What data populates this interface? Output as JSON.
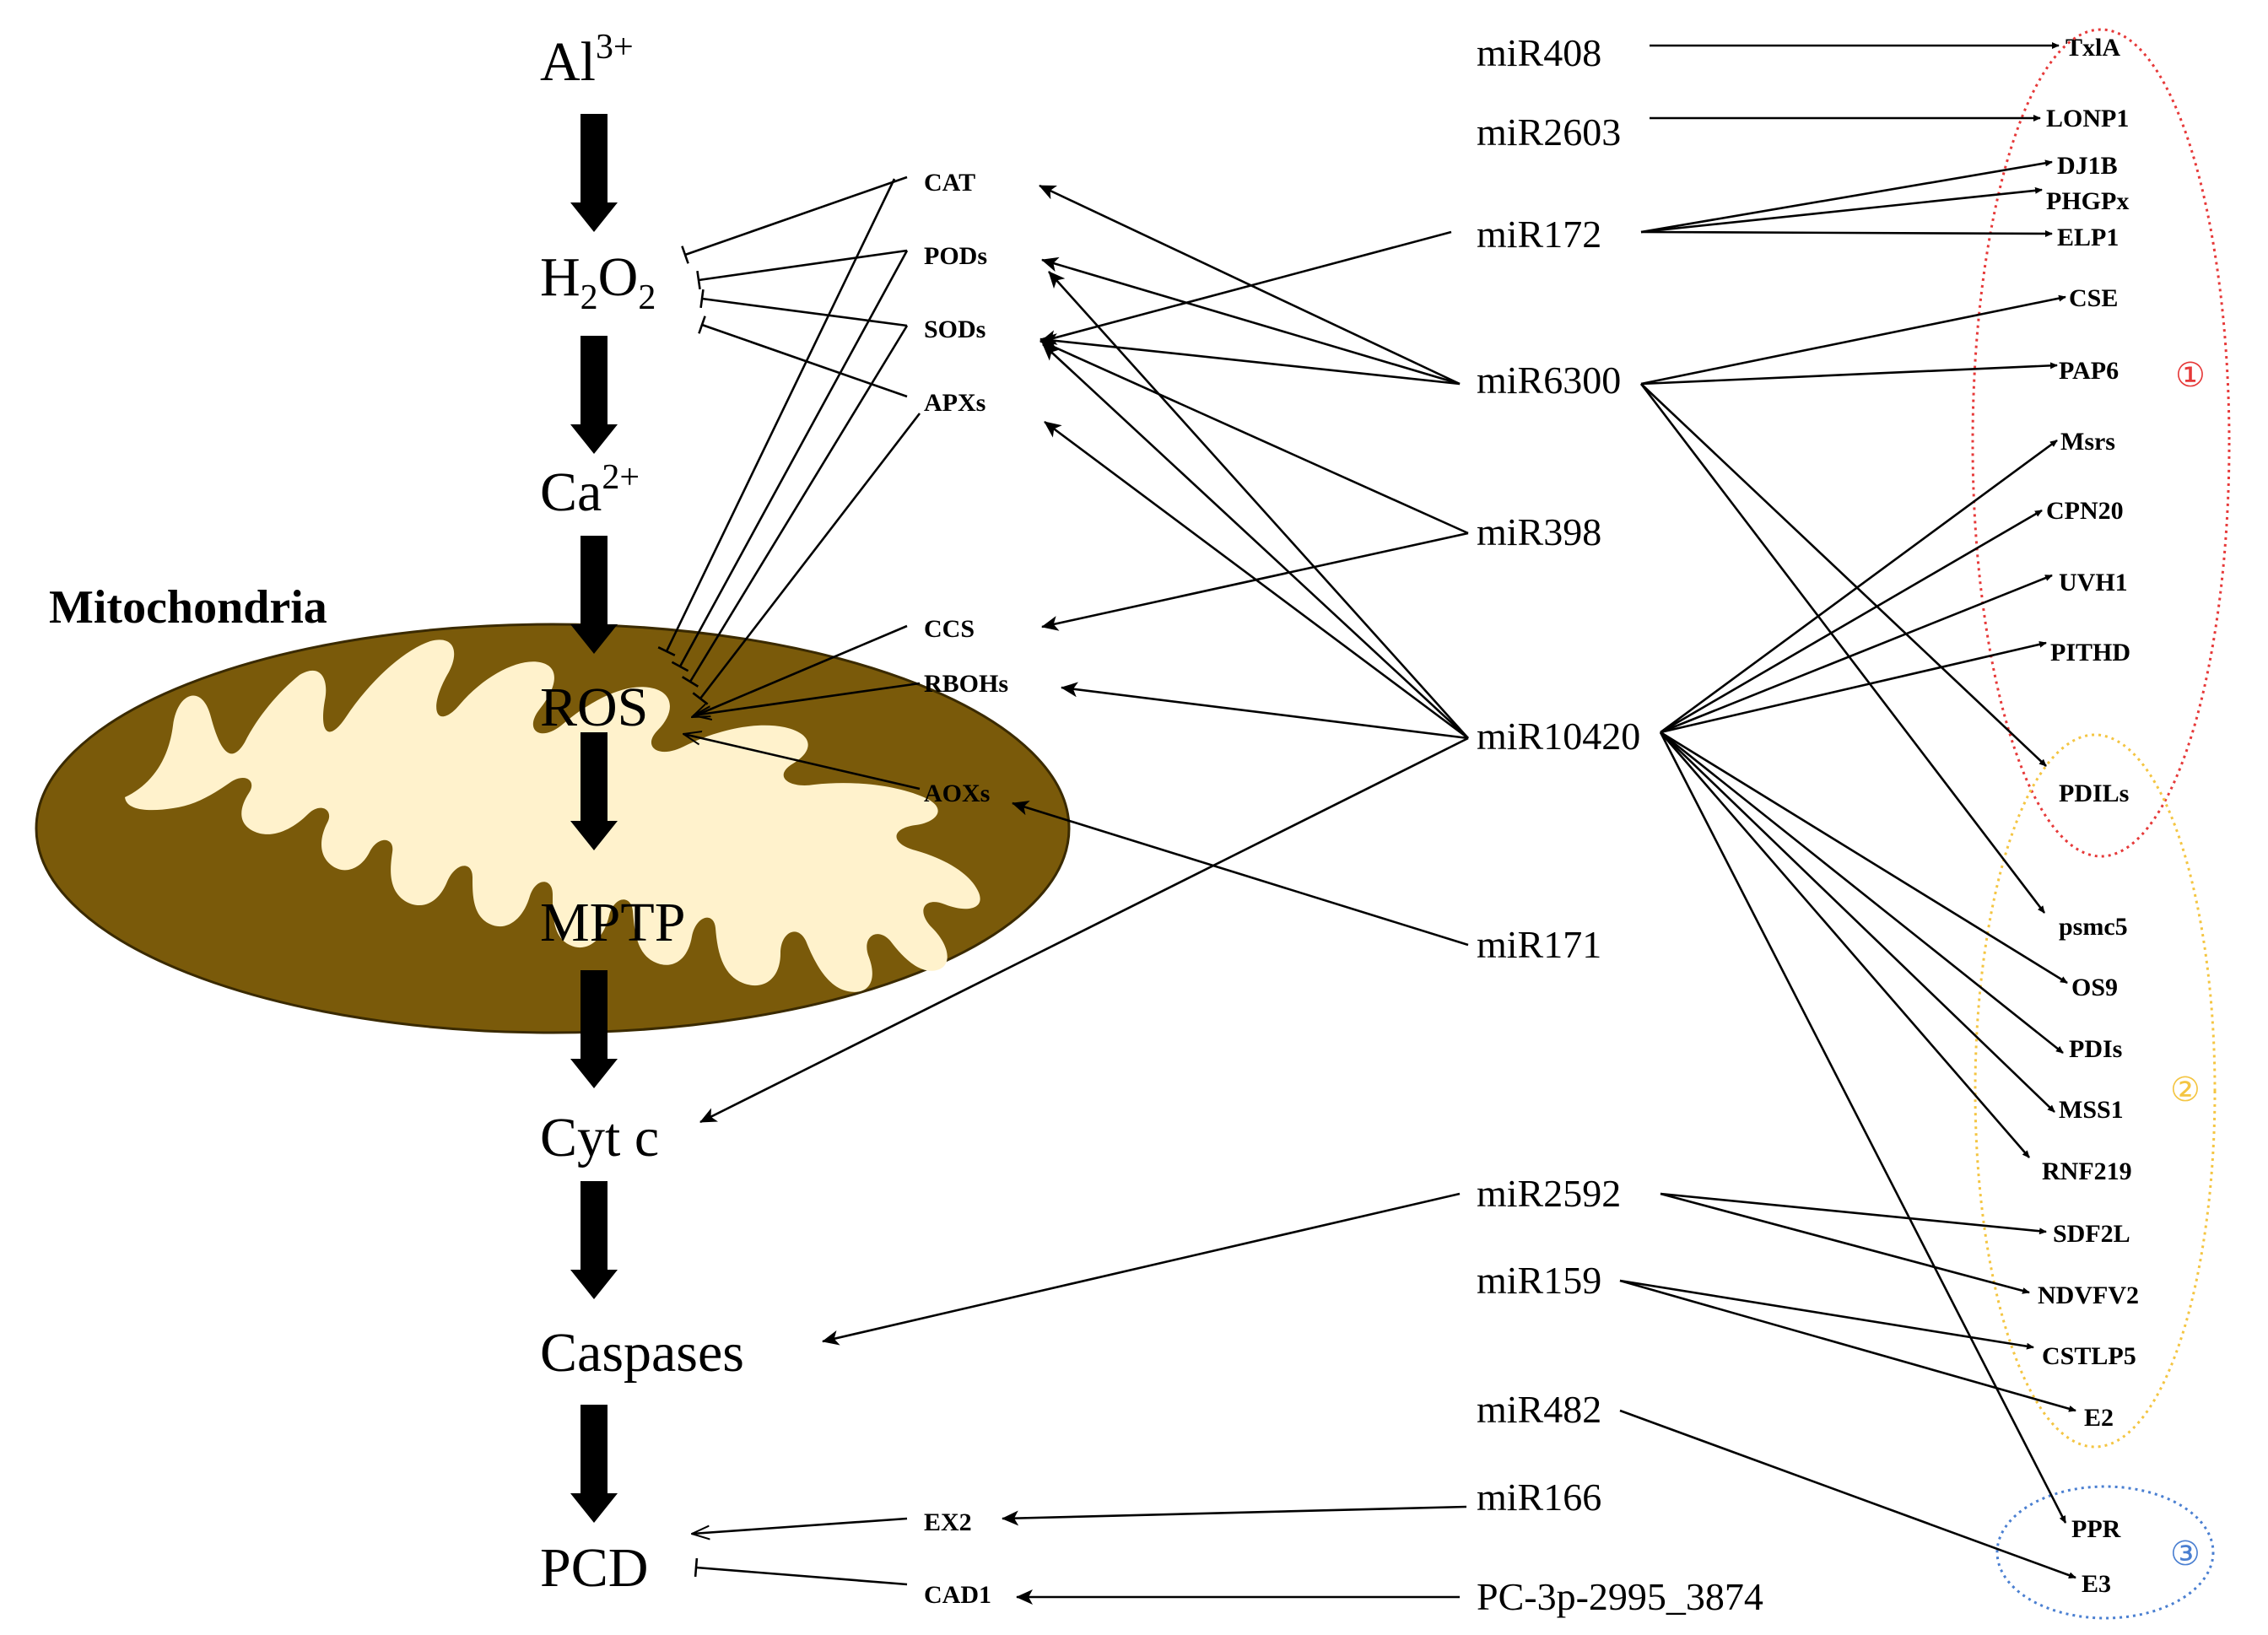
{
  "pathway": {
    "al": "Al",
    "al_sup": "3+",
    "h2o2_h": "H",
    "h2o2_sub1": "2",
    "h2o2_o": "O",
    "h2o2_sub2": "2",
    "ca": "Ca",
    "ca_sup": "2+",
    "ros": "ROS",
    "mptp": "MPTP",
    "cytc": "Cyt c",
    "caspases": "Caspases",
    "pcd": "PCD"
  },
  "mitochondria_label": "Mitochondria",
  "enzymes": {
    "cat": "CAT",
    "pods": "PODs",
    "sods": "SODs",
    "apxs": "APXs",
    "ccs": "CCS",
    "rbohs": "RBOHs",
    "aoxs": "AOXs",
    "ex2": "EX2",
    "cad1": "CAD1"
  },
  "mirnas": {
    "mir408": "miR408",
    "mir2603": "miR2603",
    "mir172": "miR172",
    "mir6300": "miR6300",
    "mir398": "miR398",
    "mir10420": "miR10420",
    "mir171": "miR171",
    "mir2592": "miR2592",
    "mir159": "miR159",
    "mir482": "miR482",
    "mir166": "miR166",
    "pc3p": "PC-3p-2995_3874"
  },
  "targets": {
    "txla": "TxlA",
    "lonp1": "LONP1",
    "dj1b": "DJ1B",
    "phgpx": "PHGPx",
    "elp1": "ELP1",
    "cse": "CSE",
    "pap6": "PAP6",
    "msrs": "Msrs",
    "cpn20": "CPN20",
    "uvh1": "UVH1",
    "pithd": "PITHD",
    "pdils": "PDILs",
    "psmc5": "psmc5",
    "os9": "OS9",
    "pdis": "PDIs",
    "mss1": "MSS1",
    "rnf219": "RNF219",
    "sdf2l": "SDF2L",
    "ndvfv2": "NDVFV2",
    "cstlp5": "CSTLP5",
    "e2": "E2",
    "ppr": "PPR",
    "e3": "E3"
  },
  "groups": {
    "g1": "①",
    "g2": "②",
    "g3": "③"
  },
  "colors": {
    "mito_outer": "#7a5a0a",
    "mito_inner": "#fff2cc",
    "group1": "#e63939",
    "group2": "#f4c542",
    "group3": "#4a7fd1"
  }
}
